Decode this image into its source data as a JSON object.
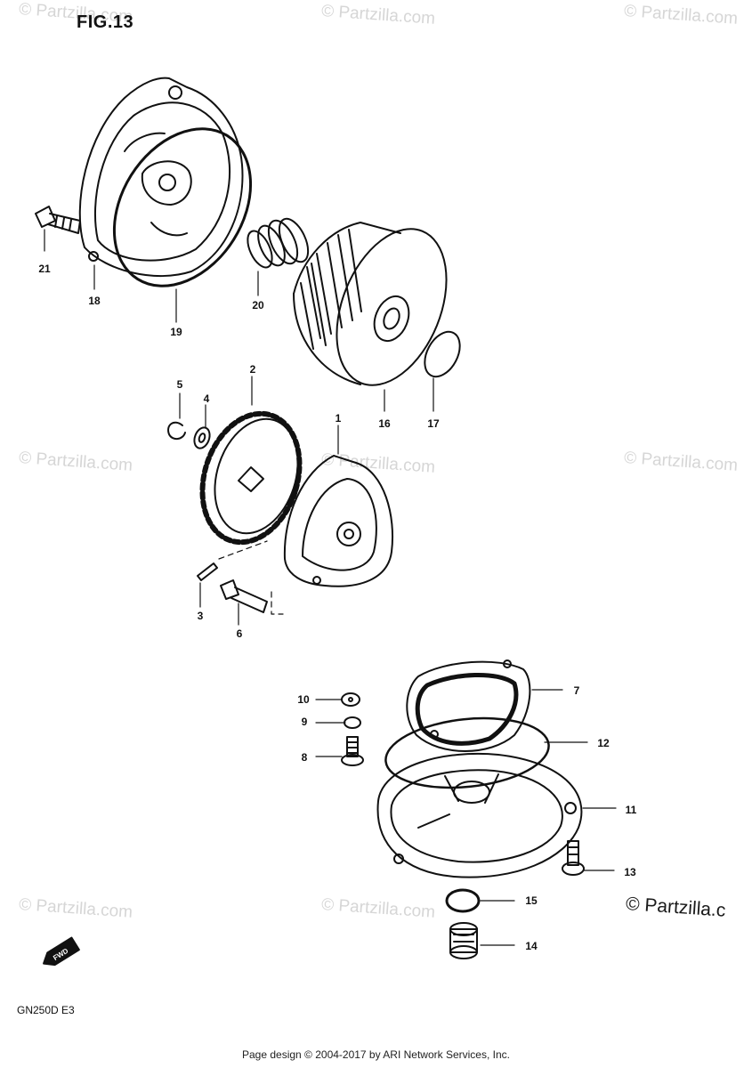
{
  "figure_title": "FIG.13",
  "model_code": "GN250D E3",
  "footer_text": "Page design © 2004-2017 by ARI Network Services, Inc.",
  "watermark_text": "© Partzilla.com",
  "watermark_cut_text": "© Partzilla.c",
  "fwd_label": "FWD",
  "callouts": {
    "p1": "1",
    "p2": "2",
    "p3": "3",
    "p4": "4",
    "p5": "5",
    "p6": "6",
    "p7": "7",
    "p8": "8",
    "p9": "9",
    "p10": "10",
    "p11": "11",
    "p12": "12",
    "p13": "13",
    "p14": "14",
    "p15": "15",
    "p16": "16",
    "p17": "17",
    "p18": "18",
    "p19": "19",
    "p20": "20",
    "p21": "21"
  }
}
